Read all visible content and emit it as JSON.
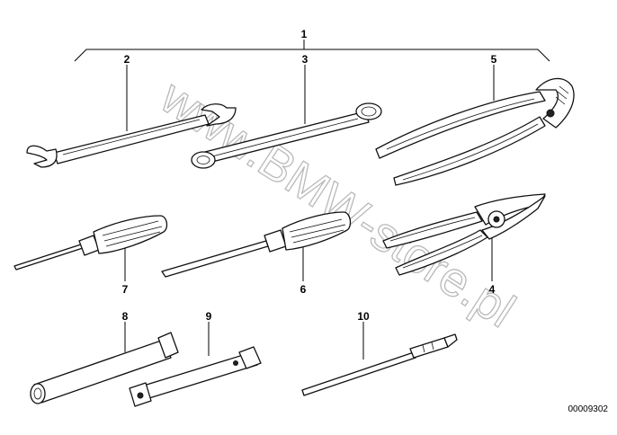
{
  "diagram": {
    "callouts": [
      {
        "id": "1",
        "label": "1"
      },
      {
        "id": "2",
        "label": "2"
      },
      {
        "id": "3",
        "label": "3"
      },
      {
        "id": "5",
        "label": "5"
      },
      {
        "id": "7",
        "label": "7"
      },
      {
        "id": "6",
        "label": "6"
      },
      {
        "id": "4",
        "label": "4"
      },
      {
        "id": "8",
        "label": "8"
      },
      {
        "id": "9",
        "label": "9"
      },
      {
        "id": "10",
        "label": "10"
      }
    ],
    "diagram_code": "00009302",
    "watermark": "www.BMW-store.pl"
  }
}
